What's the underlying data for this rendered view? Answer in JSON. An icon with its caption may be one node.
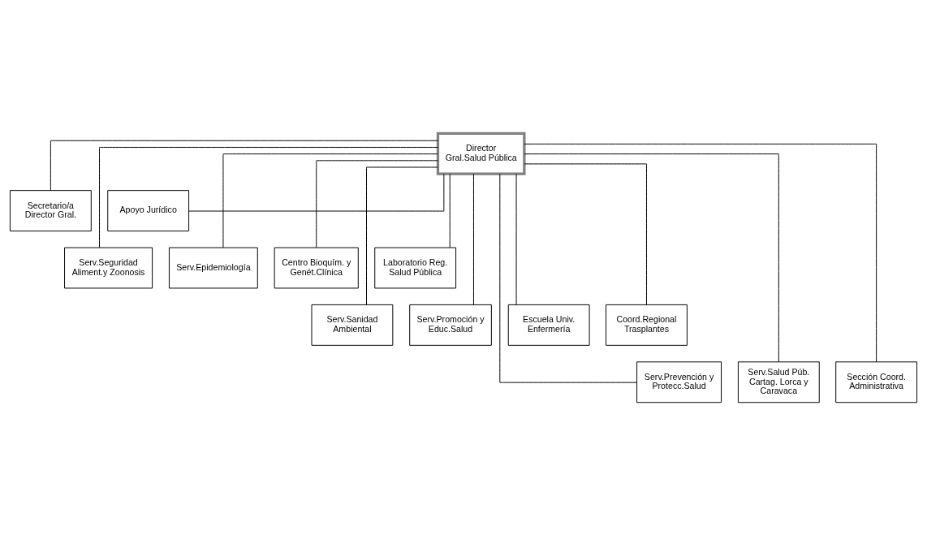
{
  "diagram": {
    "nodes": [
      {
        "text": [
          "Director Gral.Salud Pública"
        ]
      },
      {
        "text": [
          "Secretario/a Director Gral."
        ]
      },
      {
        "text": [
          "Apoyo Jurídico"
        ]
      },
      {
        "text": [
          "Serv.Seguridad Aliment.y Zoonosis"
        ]
      },
      {
        "text": [
          "Serv.Epidemiología"
        ]
      },
      {
        "text": [
          "Centro Bioquím. y Genét.Clínica"
        ]
      },
      {
        "text": [
          "Laboratorio Reg. Salud Pública"
        ]
      },
      {
        "text": [
          "Serv.Sanidad Ambiental"
        ]
      },
      {
        "text": [
          "Serv.Promoción y Educ.Salud"
        ]
      },
      {
        "text": [
          "Escuela Univ. Enfermería"
        ]
      },
      {
        "text": [
          "Coord.Regional Trasplantes"
        ]
      },
      {
        "text": [
          "Serv.Prevención y Protecc.Salud"
        ]
      },
      {
        "text": [
          "Serv.Salud Púb. Cartag. Lorca y Caravaca"
        ]
      },
      {
        "text": [
          "Sección Coord. Administrativa"
        ]
      }
    ],
    "edges": [
      {
        "from": 0,
        "to": 1,
        "arrow": "none"
      },
      {
        "from": 0,
        "to": 2,
        "arrow": "none"
      },
      {
        "from": 0,
        "to": 3,
        "arrow": "none"
      },
      {
        "from": 0,
        "to": 4,
        "arrow": "none"
      },
      {
        "from": 0,
        "to": 5,
        "arrow": "none"
      },
      {
        "from": 0,
        "to": 6,
        "arrow": "none"
      },
      {
        "from": 0,
        "to": 7,
        "arrow": "none"
      },
      {
        "from": 0,
        "to": 8,
        "arrow": "none"
      },
      {
        "from": 0,
        "to": 9,
        "arrow": "none"
      },
      {
        "from": 0,
        "to": 10,
        "arrow": "none"
      },
      {
        "from": 0,
        "to": 11,
        "arrow": "none"
      },
      {
        "from": 0,
        "to": 12,
        "arrow": "none"
      },
      {
        "from": 0,
        "to": 13,
        "arrow": "none"
      }
    ]
  }
}
